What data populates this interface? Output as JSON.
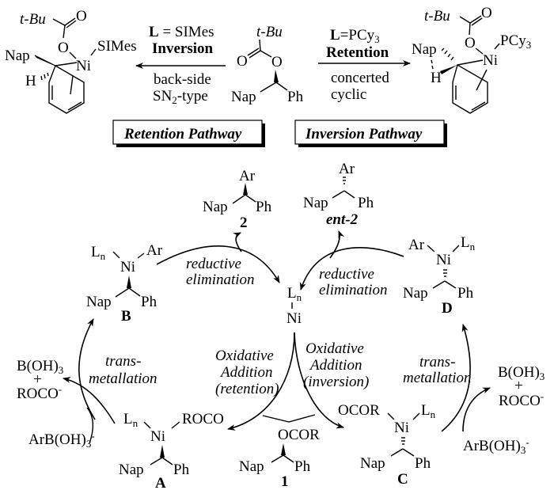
{
  "top": {
    "left_complex": {
      "tbu": "t-Bu",
      "carbonyl_o": "O",
      "ester_o": "O",
      "metal": "Ni",
      "ligand": "SIMes",
      "nap": "Nap",
      "h": "H"
    },
    "left_arrow": {
      "ligand_prefix": "L",
      "ligand_eq": " = SIMes",
      "outcome": "Inversion",
      "desc1": "back-side",
      "desc2_a": "SN",
      "desc2_sub": "2",
      "desc2_b": "-type"
    },
    "substrate": {
      "tbu": "t-Bu",
      "o1": "O",
      "o2": "O",
      "nap": "Nap",
      "ph": "Ph"
    },
    "right_arrow": {
      "ligand_prefix": "L",
      "ligand_eq": "=PCy",
      "ligand_sub": "3",
      "outcome": "Retention",
      "desc1": "concerted",
      "desc2": "cyclic"
    },
    "right_complex": {
      "tbu": "t-Bu",
      "carbonyl_o": "O",
      "ester_o": "O",
      "metal": "Ni",
      "ligand": "PCy",
      "ligand_sub": "3",
      "nap": "Nap",
      "h": "H"
    },
    "boxes": {
      "left": "Retention Pathway",
      "right": "Inversion Pathway"
    }
  },
  "cycle": {
    "catalyst": {
      "ligand": "L",
      "ligand_sub": "n",
      "metal": "Ni"
    },
    "product_2": {
      "ar": "Ar",
      "nap": "Nap",
      "ph": "Ph",
      "label": "2"
    },
    "product_ent2": {
      "ar": "Ar",
      "nap": "Nap",
      "ph": "Ph",
      "label": "ent-2"
    },
    "B": {
      "ligand": "L",
      "ligand_sub": "n",
      "ar": "Ar",
      "metal": "Ni",
      "nap": "Nap",
      "ph": "Ph",
      "label": "B"
    },
    "D": {
      "ligand": "L",
      "ligand_sub": "n",
      "ar": "Ar",
      "metal": "Ni",
      "nap": "Nap",
      "ph": "Ph",
      "label": "D"
    },
    "A": {
      "ligand": "L",
      "ligand_sub": "n",
      "roco": "ROCO",
      "metal": "Ni",
      "nap": "Nap",
      "ph": "Ph",
      "label": "A"
    },
    "C": {
      "ligand": "L",
      "ligand_sub": "n",
      "ocor": "OCOR",
      "metal": "Ni",
      "nap": "Nap",
      "ph": "Ph",
      "label": "C"
    },
    "substrate_1": {
      "ocor": "OCOR",
      "nap": "Nap",
      "ph": "Ph",
      "label": "1"
    },
    "steps": {
      "re_left_1": "reductive",
      "re_left_2": "elimination",
      "re_right_1": "reductive",
      "re_right_2": "elimination",
      "tm_left_1": "trans-",
      "tm_left_2": "metallation",
      "tm_right_1": "trans-",
      "tm_right_2": "metallation",
      "oa_left_1": "Oxidative",
      "oa_left_2": "Addition",
      "oa_left_3": "(retention)",
      "oa_right_1": "Oxidative",
      "oa_right_2": "Addition",
      "oa_right_3": "(inversion)"
    },
    "byproducts_left": {
      "boh": "B(OH)",
      "boh_sub": "3",
      "plus": "+",
      "roco": "ROCO",
      "roco_sup": "-"
    },
    "byproducts_right": {
      "boh": "B(OH)",
      "boh_sub": "3",
      "plus": "+",
      "roco": "ROCO",
      "roco_sup": "-"
    },
    "reagent_left": {
      "text": "ArB(OH)",
      "sub": "3",
      "sup": "-"
    },
    "reagent_right": {
      "text": "ArB(OH)",
      "sub": "3",
      "sup": "-"
    }
  }
}
